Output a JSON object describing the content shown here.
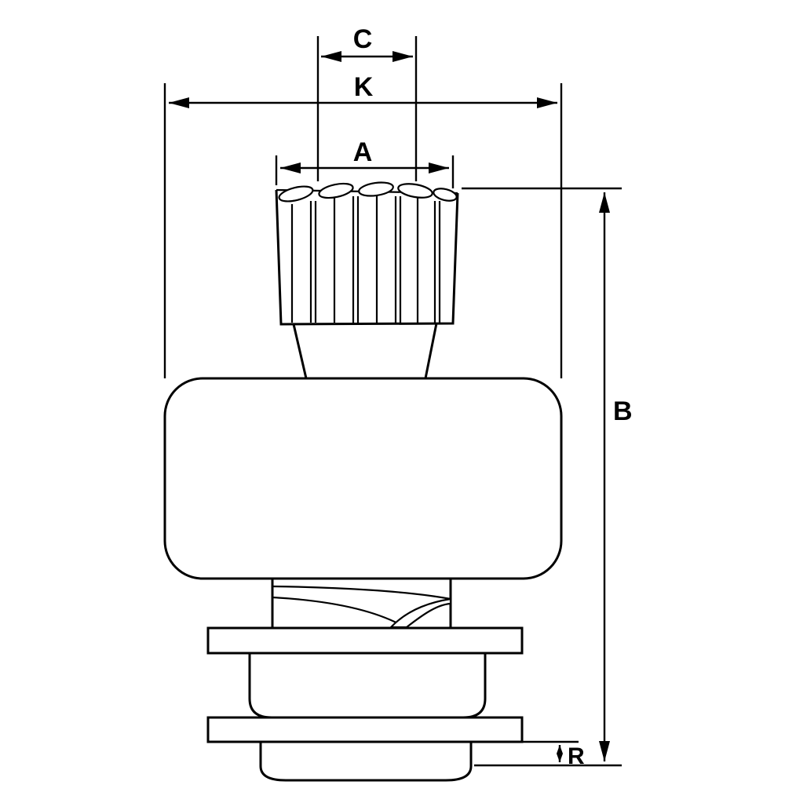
{
  "colors": {
    "ink": "#000000",
    "background": "#ffffff"
  },
  "dimensions": {
    "c": {
      "label": "C"
    },
    "k": {
      "label": "K"
    },
    "a": {
      "label": "A"
    },
    "b": {
      "label": "B"
    },
    "r": {
      "label": "R"
    }
  }
}
